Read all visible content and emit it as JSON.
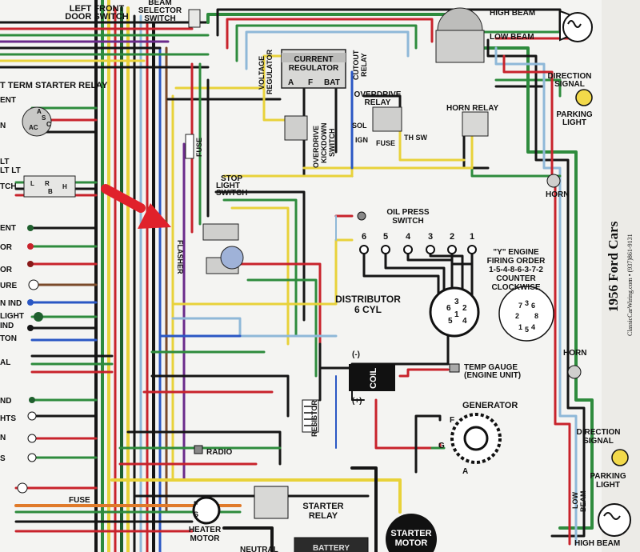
{
  "colors": {
    "paper": "#f4f4f2",
    "arrow": "#e0212b",
    "wire_red": "#c8232c",
    "wire_green": "#2e8b3d",
    "wire_darkgreen": "#1f5f2e",
    "wire_blue": "#2a57c4",
    "wire_yellow": "#e8d23a",
    "wire_black": "#151515",
    "wire_orange": "#e07a2a",
    "wire_lightblue": "#8fb8d8",
    "wire_purple": "#6a2a8a",
    "wire_white": "#ffffff",
    "wire_brown": "#7a4a2a"
  },
  "labels": {
    "left_front_door_switch": [
      "LEFT FRONT",
      "DOOR SWITCH"
    ],
    "beam_selector_switch": [
      "BEAM",
      "SELECTOR",
      "SWITCH"
    ],
    "voltage_regulator": [
      "VOLTAGE",
      "REGULATOR"
    ],
    "current_regulator": [
      "CURRENT",
      "REGULATOR"
    ],
    "cutout_relay": [
      "CUTOUT",
      "RELAY"
    ],
    "regulator_terminals": [
      "A",
      "F",
      "BAT"
    ],
    "high_beam_top": "HIGH BEAM",
    "low_beam_top": "LOW BEAM",
    "direction_signal_top": [
      "DIRECTION",
      "SIGNAL"
    ],
    "parking_light_top": [
      "PARKING",
      "LIGHT"
    ],
    "horn_relay": "HORN RELAY",
    "overdrive_relay": [
      "OVERDRIVE",
      "RELAY"
    ],
    "overdrive_kickdown_switch": [
      "OVERDRIVE",
      "KICKDOWN",
      "SWITCH"
    ],
    "sol": "SOL",
    "ign": "IGN",
    "fuse_od": "FUSE",
    "th_sw": "TH SW",
    "fuse_vertical": "FUSE",
    "stop_light_switch": [
      "STOP",
      "LIGHT",
      "SWITCH"
    ],
    "flasher": "FLASHER",
    "term_starter_relay": "T TERM STARTER RELAY",
    "left_partial": [
      "ENT",
      "N",
      "LT",
      "LT LT",
      "TCH",
      "ENT",
      "OR",
      "OR",
      "URE",
      "N IND",
      "LIGHT",
      "IND",
      "TON",
      "AL",
      "ND",
      "HTS",
      "N",
      "S"
    ],
    "switch_terminals": [
      "AC",
      "S",
      "L",
      "R",
      "B",
      "H",
      "A",
      "C"
    ],
    "horn_top": "HORN",
    "oil_press_switch": [
      "OIL PRESS",
      "SWITCH"
    ],
    "cyl_numbers": [
      "6",
      "5",
      "4",
      "3",
      "2",
      "1"
    ],
    "firing_order": [
      "\"Y\" ENGINE",
      "FIRING ORDER",
      "1-5-4-8-6-3-7-2",
      "COUNTER",
      "CLOCKWISE"
    ],
    "distributor": [
      "DISTRIBUTOR",
      "6 CYL"
    ],
    "distributor_cap": [
      "6",
      "3",
      "2",
      "5",
      "4",
      "1"
    ],
    "cap8": [
      "7",
      "3",
      "6",
      "2",
      "8",
      "1",
      "5",
      "4"
    ],
    "horn_bottom": "HORN",
    "coil": "COIL",
    "coil_minus": "(-)",
    "coil_plus": "(+)",
    "temp_gauge": [
      "TEMP GAUGE",
      "(ENGINE UNIT)"
    ],
    "generator": "GENERATOR",
    "gen_terminals": [
      "F",
      "G",
      "A"
    ],
    "resistor": "RESISTOR",
    "radio": "RADIO",
    "fuse_bottom": "FUSE",
    "heater_motor": [
      "HEATER",
      "MOTOR"
    ],
    "heater_terms": [
      "F",
      "S"
    ],
    "neutral": "NEUTRAL",
    "starter_relay": [
      "STARTER",
      "RELAY"
    ],
    "starter_motor": [
      "STARTER",
      "MOTOR"
    ],
    "battery": "BATTERY",
    "direction_signal_bottom": [
      "DIRECTION",
      "SIGNAL"
    ],
    "parking_light_bottom": [
      "PARKING",
      "LIGHT"
    ],
    "low_beam_bottom": [
      "LOW",
      "BEAM"
    ],
    "high_beam_bottom": "HIGH BEAM",
    "side_title": "1956 Ford Cars",
    "side_credit": "ClassicCarWiring.com • (937)861-9131"
  }
}
